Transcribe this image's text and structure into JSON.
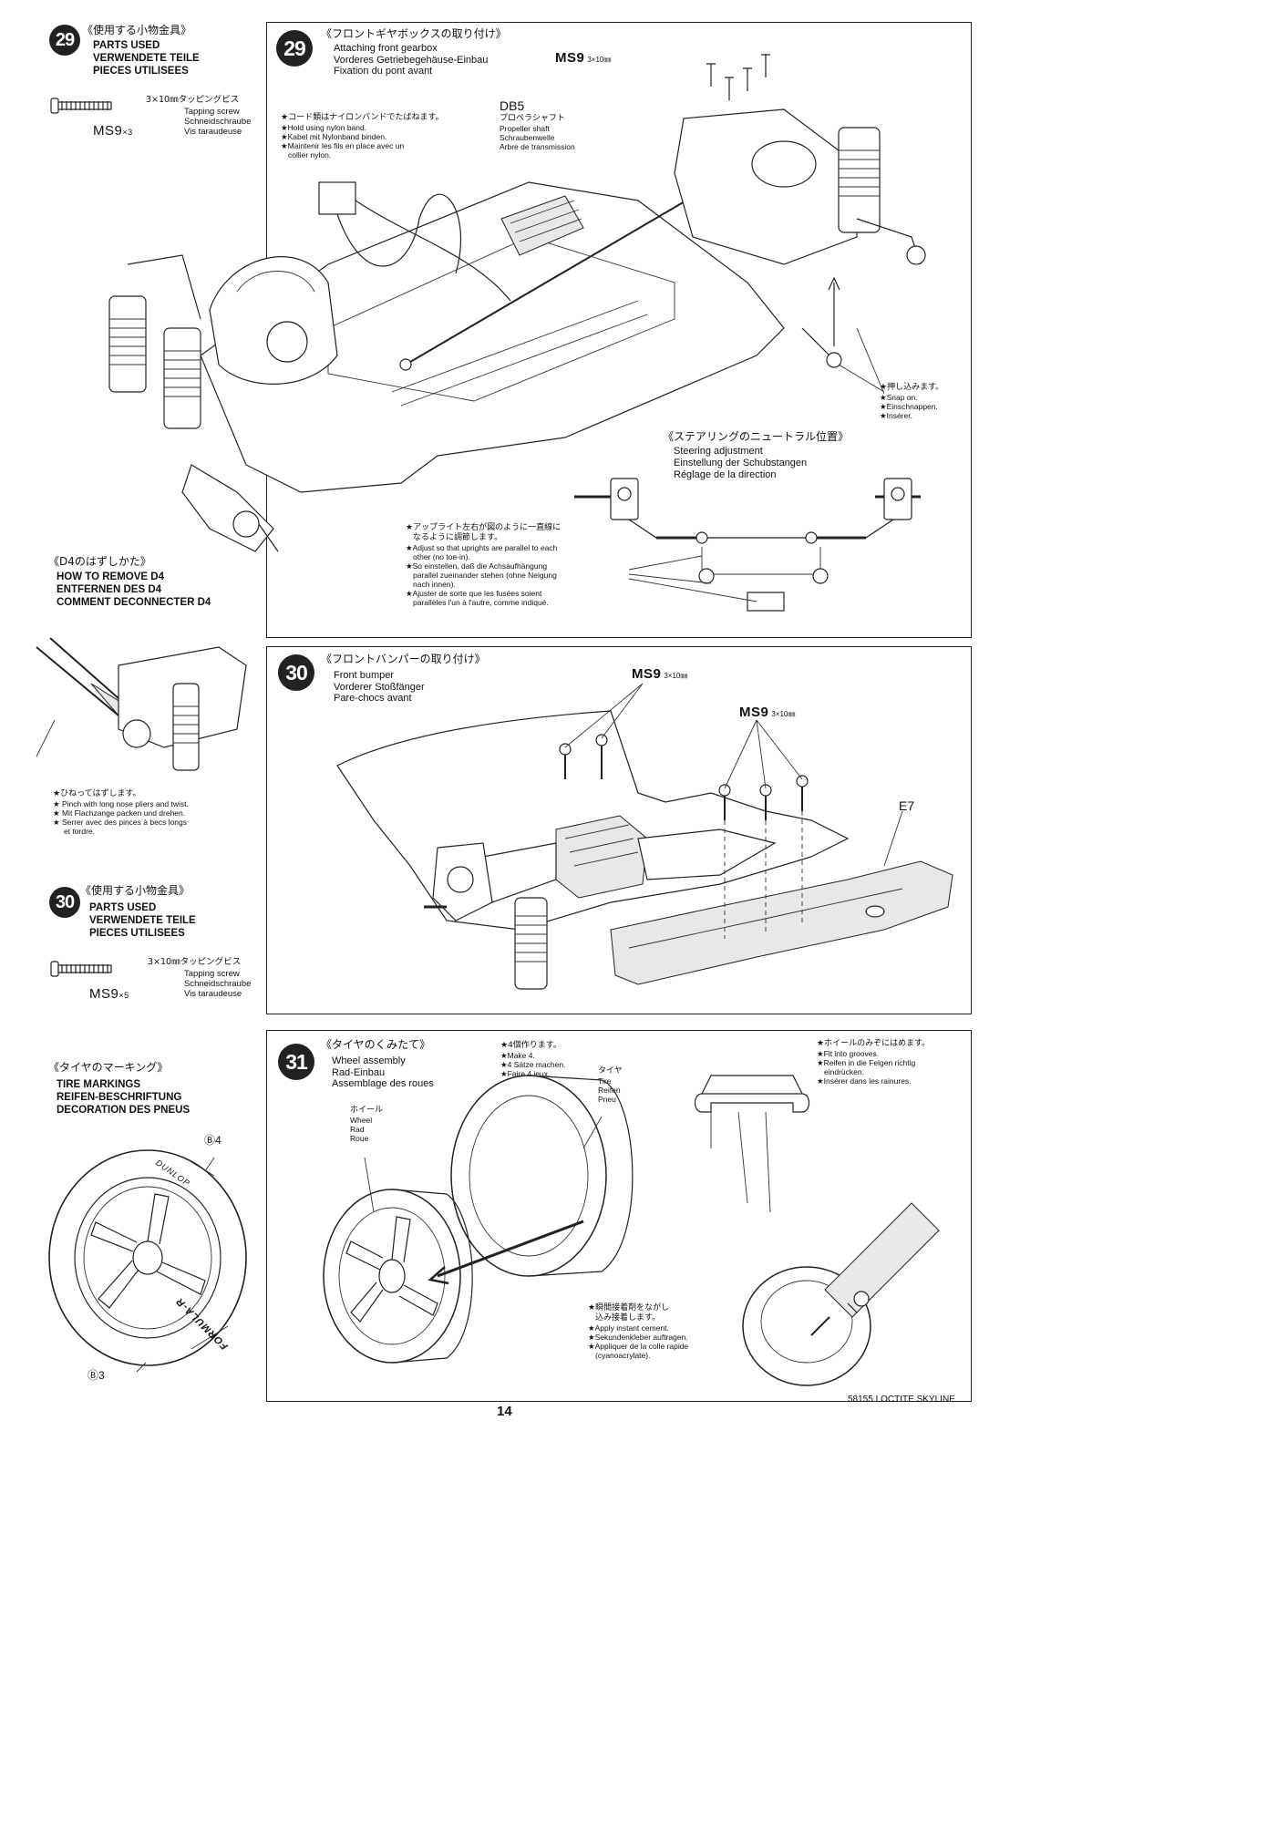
{
  "step29": {
    "number": "29",
    "parts_title_jp": "《使用する小物金具》",
    "parts_used": [
      "PARTS USED",
      "VERWENDETE TEILE",
      "PIECES UTILISEES"
    ],
    "screw_size_jp": "3×10㎜タッピングビス",
    "screw_desc": [
      "Tapping screw",
      "Schneidschraube",
      "Vis taraudeuse"
    ],
    "screw_code": "MS9",
    "screw_qty": "×3",
    "title_jp": "《フロントギヤボックスの取り付け》",
    "title": [
      "Attaching front gearbox",
      "Vorderes Getriebegehäuse-Einbau",
      "Fixation du pont avant"
    ],
    "ms9_label": "MS9",
    "ms9_size": "3×10㎜",
    "cord_notes": [
      "★コード類はナイロンバンドでたばねます。",
      "★Hold using nylon band.",
      "★Kabel mit Nylonband binden.",
      "★Maintenir les fils en place avec un",
      "collier nylon."
    ],
    "db5_code": "DB5",
    "db5_jp": "プロペラシャフト",
    "db5_desc": [
      "Propeller shaft",
      "Schraubenwelle",
      "Arbre de transmission"
    ],
    "snap_notes": [
      "★押し込みます。",
      "★Snap on.",
      "★Einschnappen.",
      "★Insérer."
    ],
    "steering_title_jp": "《ステアリングのニュートラル位置》",
    "steering_title": [
      "Steering adjustment",
      "Einstellung der Schubstangen",
      "Réglage de la direction"
    ],
    "upright_notes": [
      "★アップライト左右が図のように一直線に",
      "なるように調節します。",
      "★Adjust so that uprights are parallel to each",
      "other (no toe-in).",
      "★So einstellen, daß die Achsaufhängung",
      "parallel zueinander stehen (ohne Neigung",
      "nach innen).",
      "★Ajuster de sorte que les fusées soient",
      "parallèles l'un à l'autre, comme indiqué."
    ]
  },
  "d4": {
    "title_jp": "《D4のはずしかた》",
    "title": [
      "HOW TO REMOVE D4",
      "ENTFERNEN DES D4",
      "COMMENT DECONNECTER D4"
    ],
    "notes": [
      "★ひねってはずします。",
      "★ Pinch with long nose pliers and twist.",
      "★ Mit Flachzange packen und drehen.",
      "★ Serrer avec des pinces à becs longs",
      "et tordre."
    ]
  },
  "step30": {
    "number": "30",
    "parts_title_jp": "《使用する小物金具》",
    "parts_used": [
      "PARTS USED",
      "VERWENDETE TEILE",
      "PIECES UTILISEES"
    ],
    "screw_size_jp": "3×10㎜タッピングビス",
    "screw_desc": [
      "Tapping screw",
      "Schneidschraube",
      "Vis taraudeuse"
    ],
    "screw_code": "MS9",
    "screw_qty": "×5",
    "title_jp": "《フロントバンパーの取り付け》",
    "title": [
      "Front bumper",
      "Vorderer Stoßfänger",
      "Pare-chocs avant"
    ],
    "ms9_label": "MS9",
    "ms9_size": "3×10㎜",
    "e7_label": "E7"
  },
  "tire_markings": {
    "title_jp": "《タイヤのマーキング》",
    "title": [
      "TIRE MARKINGS",
      "REIFEN-BESCHRIFTUNG",
      "DECORATION DES PNEUS"
    ],
    "top_label": "Ⓑ4",
    "bottom_label": "Ⓑ3",
    "tire_text_top": "DUNLOP",
    "tire_text_side": "FORMULA-R"
  },
  "step31": {
    "number": "31",
    "title_jp": "《タイヤのくみたて》",
    "title": [
      "Wheel assembly",
      "Rad-Einbau",
      "Assemblage des roues"
    ],
    "make4": [
      "★4個作ります。",
      "★Make 4.",
      "★4 Sätze machen.",
      "★Faire 4 jeux."
    ],
    "tire_label": [
      "タイヤ",
      "Tire",
      "Reifen",
      "Pneu"
    ],
    "wheel_label": [
      "ホイール",
      "Wheel",
      "Rad",
      "Roue"
    ],
    "groove_notes": [
      "★ホイールのみぞにはめます。",
      "★Fit into grooves.",
      "★Reifen in die Felgen richtig",
      "eindrücken.",
      "★Insérer dans les rainures."
    ],
    "cement_notes": [
      "★瞬間接着剤をながし",
      "込み接着します。",
      "★Apply instant cement.",
      "★Sekundenkleber auftragen.",
      "★Appliquer de la colle rapide",
      "(cyanoacrylate)."
    ]
  },
  "footer": {
    "page": "14",
    "model": "58155 LOCTITE SKYLINE"
  }
}
